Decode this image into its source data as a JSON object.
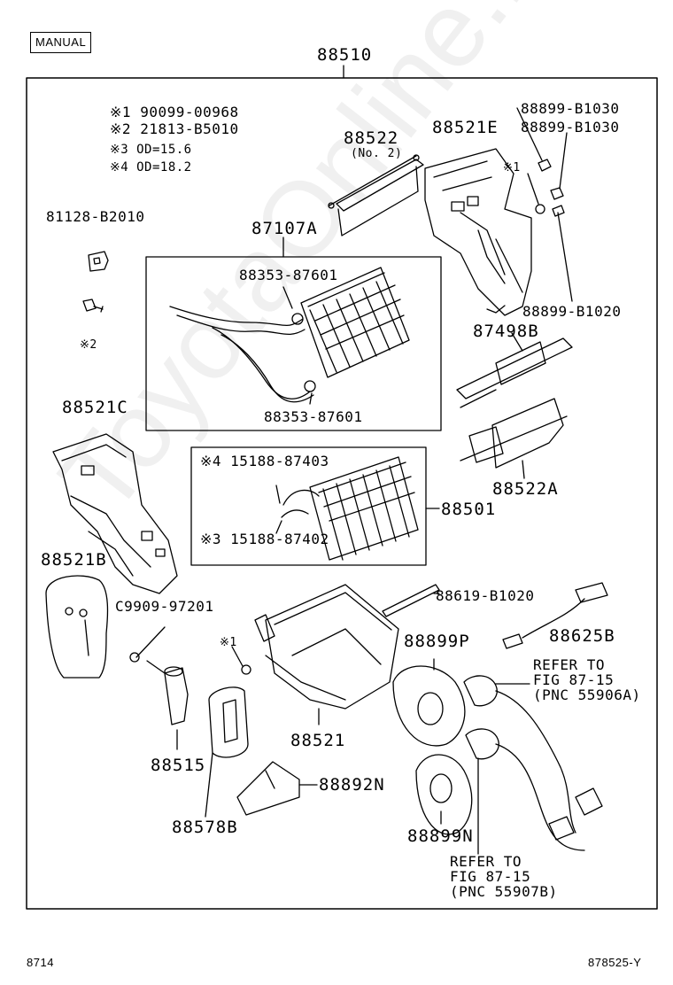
{
  "page": {
    "badge": "MANUAL",
    "assembly_part": "88510",
    "footer_left": "8714",
    "footer_right": "878525-Y",
    "watermark": "ToyotaOnline.ru"
  },
  "notes": [
    {
      "mark": "※1",
      "text": "90099-00968"
    },
    {
      "mark": "※2",
      "text": "21813-B5010"
    },
    {
      "mark": "※3",
      "text": "OD=15.6"
    },
    {
      "mark": "※4",
      "text": "OD=18.2"
    }
  ],
  "parts": {
    "p81128": "81128-B2010",
    "p2mark": "※2",
    "p87107a": "87107A",
    "p88353a": "88353-87601",
    "p88353b": "88353-87601",
    "p88522": "88522",
    "p88522_sub": "(No. 2)",
    "p88521e": "88521E",
    "p88899b1030a": "88899-B1030",
    "p88899b1030b": "88899-B1030",
    "p1mark_top": "※1",
    "p88899b1020": "88899-B1020",
    "p87498b": "87498B",
    "p88521c": "88521C",
    "p15188_87403": "※4 15188-87403",
    "p15188_87402": "※3 15188-87402",
    "p88501": "88501",
    "p88522a": "88522A",
    "p88521b": "88521B",
    "pc9909": "C9909-97201",
    "p88619": "88619-B1020",
    "p88625b": "88625B",
    "p1mark_mid": "※1",
    "p88899p": "88899P",
    "p88521": "88521",
    "p88515": "88515",
    "p88578b": "88578B",
    "p88892n": "88892N",
    "p88899n": "88899N"
  },
  "refers": [
    {
      "line1": "REFER TO",
      "line2": "FIG 87-15",
      "line3": "(PNC 55906A)"
    },
    {
      "line1": "REFER TO",
      "line2": "FIG 87-15",
      "line3": "(PNC 55907B)"
    }
  ]
}
